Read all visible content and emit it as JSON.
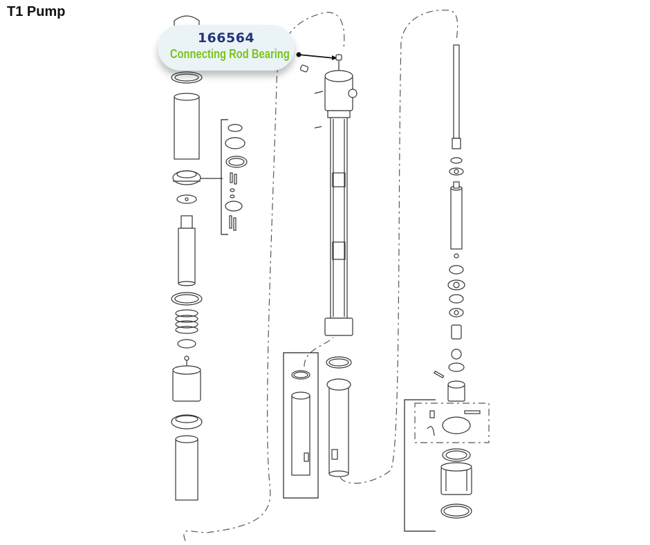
{
  "title": "T1 Pump",
  "callout": {
    "part_number": "166564",
    "part_name": "Connecting Rod Bearing",
    "number_color": "#24357a",
    "name_color": "#7cc41c"
  }
}
